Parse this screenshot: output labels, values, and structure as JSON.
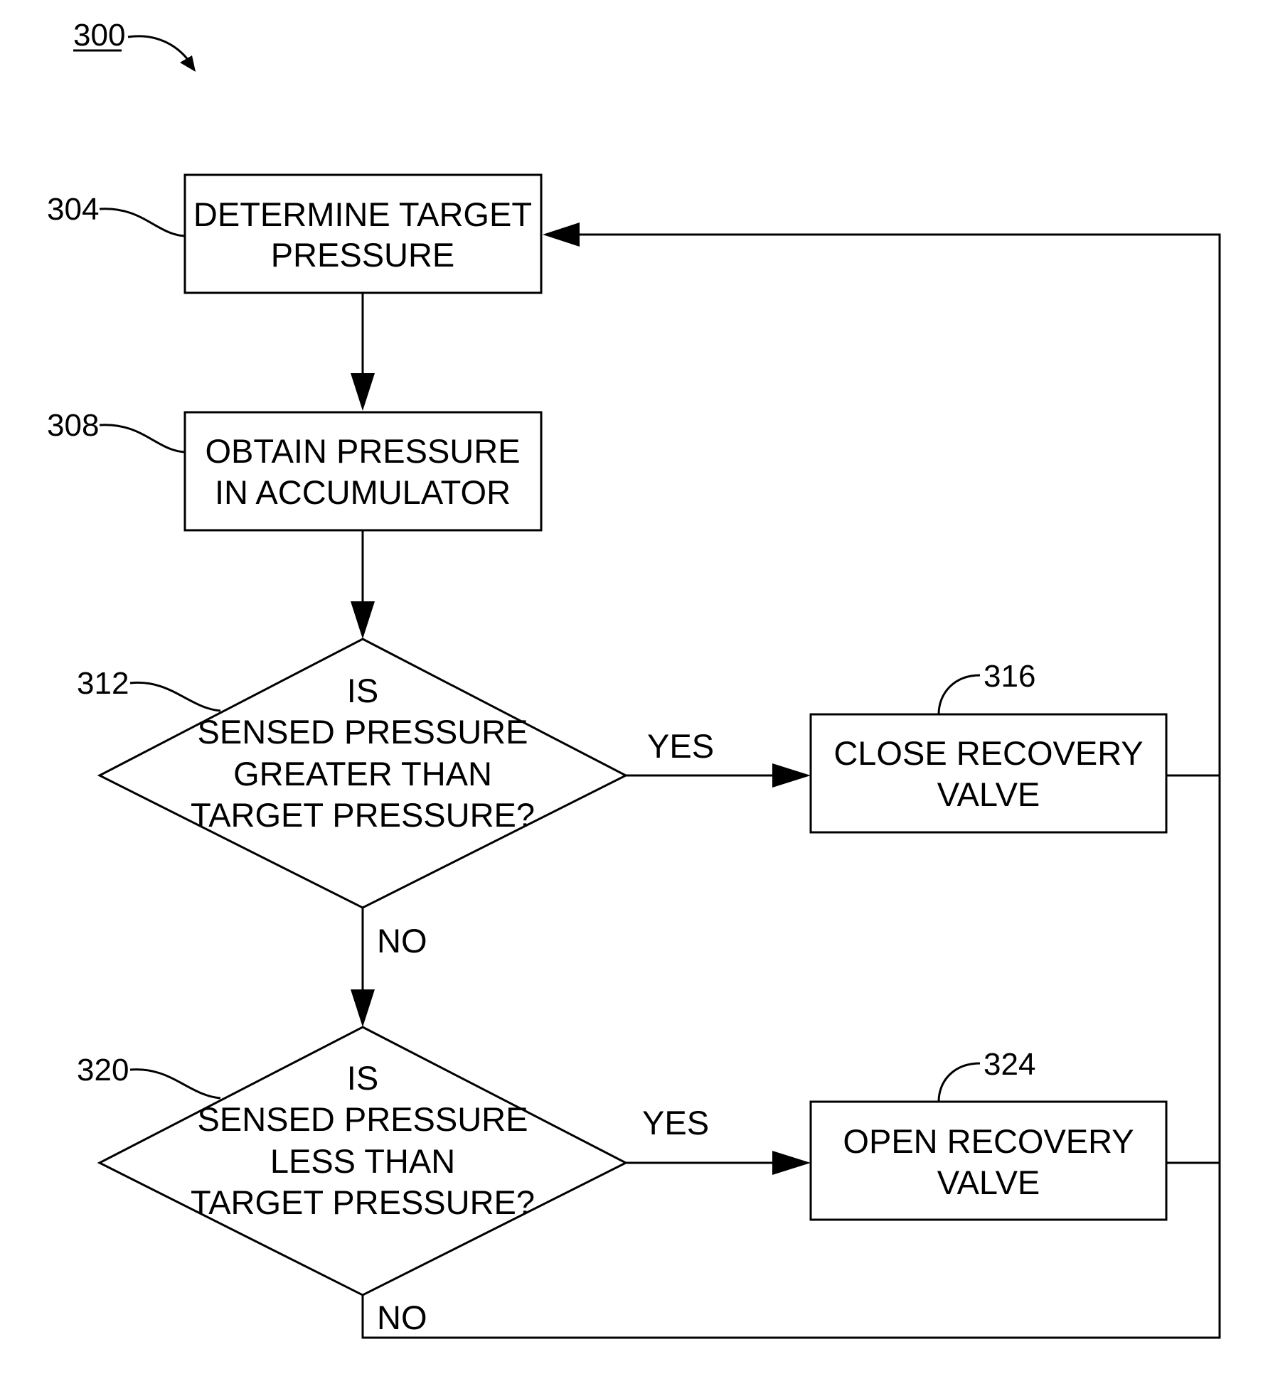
{
  "figure": {
    "ref": "300"
  },
  "nodes": {
    "n304": {
      "ref": "304",
      "lines": [
        "DETERMINE TARGET",
        "PRESSURE"
      ]
    },
    "n308": {
      "ref": "308",
      "lines": [
        "OBTAIN PRESSURE",
        "IN ACCUMULATOR"
      ]
    },
    "n312": {
      "ref": "312",
      "lines": [
        "IS",
        "SENSED PRESSURE",
        "GREATER THAN",
        "TARGET PRESSURE?"
      ]
    },
    "n316": {
      "ref": "316",
      "lines": [
        "CLOSE RECOVERY",
        "VALVE"
      ]
    },
    "n320": {
      "ref": "320",
      "lines": [
        "IS",
        "SENSED PRESSURE",
        "LESS THAN",
        "TARGET PRESSURE?"
      ]
    },
    "n324": {
      "ref": "324",
      "lines": [
        "OPEN RECOVERY",
        "VALVE"
      ]
    }
  },
  "edges": {
    "e312_yes": "YES",
    "e312_no": "NO",
    "e320_yes": "YES",
    "e320_no": "NO"
  },
  "colors": {
    "stroke": "#000000",
    "background": "#ffffff"
  }
}
